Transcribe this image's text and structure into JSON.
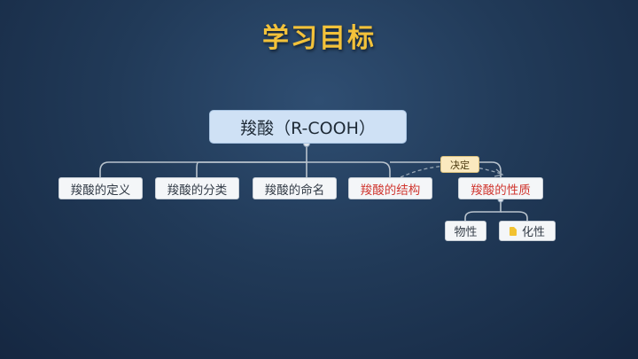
{
  "title": "学习目标",
  "root": {
    "label": "羧酸（R-COOH）"
  },
  "branches": [
    {
      "label": "羧酸的定义",
      "highlight": false
    },
    {
      "label": "羧酸的分类",
      "highlight": false
    },
    {
      "label": "羧酸的命名",
      "highlight": false
    },
    {
      "label": "羧酸的结构",
      "highlight": true
    },
    {
      "label": "羧酸的性质",
      "highlight": true
    }
  ],
  "sub_branches": [
    {
      "label": "物性",
      "icon": null
    },
    {
      "label": "化性",
      "icon": "document-icon"
    }
  ],
  "relation": {
    "label": "决定",
    "from": "羧酸的结构",
    "to": "羧酸的性质"
  },
  "colors": {
    "title": "#f3c23a",
    "highlight_text": "#d0362f",
    "root_fill": "#cfe1f5",
    "node_fill": "#f4f6f8",
    "badge_fill": "#fae9bf",
    "connector": "#b9c3cd",
    "background": "#1f3754"
  }
}
